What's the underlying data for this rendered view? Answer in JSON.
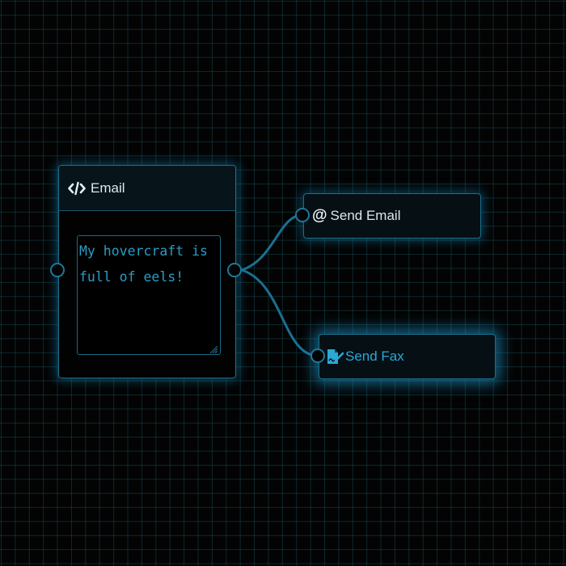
{
  "colors": {
    "background": "#030303",
    "grid": "#144650",
    "accent": "#1d7898",
    "wire": "#1a7090",
    "title_text": "#dbe8ee",
    "selected_text": "#2aa8d6",
    "textarea_text": "#2a9cc4"
  },
  "nodes": {
    "email": {
      "icon": "code-icon",
      "title": "Email",
      "textarea_value": "My hovercraft is full of eels!"
    },
    "send_email": {
      "icon": "at-sign-icon",
      "title": "Send Email"
    },
    "send_fax": {
      "icon": "file-signature-icon",
      "title": "Send Fax",
      "selected": true
    }
  },
  "connections": [
    {
      "from": "email.out",
      "to": "send_email.in"
    },
    {
      "from": "email.out",
      "to": "send_fax.in"
    }
  ]
}
